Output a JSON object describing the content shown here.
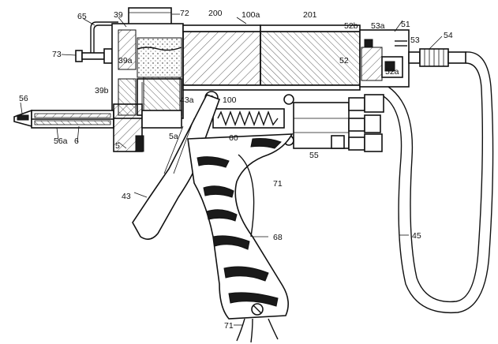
{
  "figure": {
    "labels": {
      "l65": "65",
      "l39": "39",
      "l72": "72",
      "l200": "200",
      "l100a": "100a",
      "l201": "201",
      "l52b": "52b",
      "l53a": "53a",
      "l51": "51",
      "l53": "53",
      "l54": "54",
      "l73": "73",
      "l39a": "39a",
      "l52": "52",
      "l52a": "52a",
      "l39b": "39b",
      "l56": "56",
      "l43a": "43a",
      "l100": "100",
      "l60": "60",
      "l55": "55",
      "l5": "5",
      "l5a": "5a",
      "l6": "6",
      "l56a": "56a",
      "l71a": "71",
      "l43": "43",
      "l45": "45",
      "l68": "68",
      "l71b": "71"
    }
  }
}
